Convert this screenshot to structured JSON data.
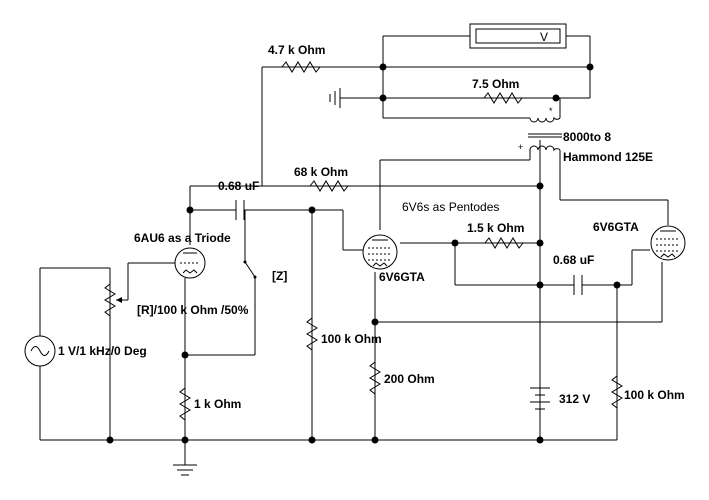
{
  "labels": {
    "r_4k7": "4.7 k Ohm",
    "r_7k5": "7.5  Ohm",
    "trafo_ratio": "8000to 8",
    "trafo_name": "Hammond 125E",
    "r_68k": "68 k Ohm",
    "c_068_top": "0.68 uF",
    "v6v6_note": "6V6s as Pentodes",
    "tube_6au6": "6AU6  as a Triode",
    "r_1k5": "1.5 k Ohm",
    "tube_6v6_right": "6V6GTA",
    "c_068_mid": "0.68 uF",
    "switch_key": "[Z]",
    "pot": "[R]/100 k Ohm /50%",
    "tube_6v6_left": "6V6GTA",
    "source": "1 V/1 kHz/0 Deg",
    "r_100k_mid": "100 k Ohm",
    "r_200": "200  Ohm",
    "r_1k": "1 k Ohm",
    "battery": "312 V",
    "r_100k_right": "100 k Ohm",
    "meter_symbol": "V"
  }
}
